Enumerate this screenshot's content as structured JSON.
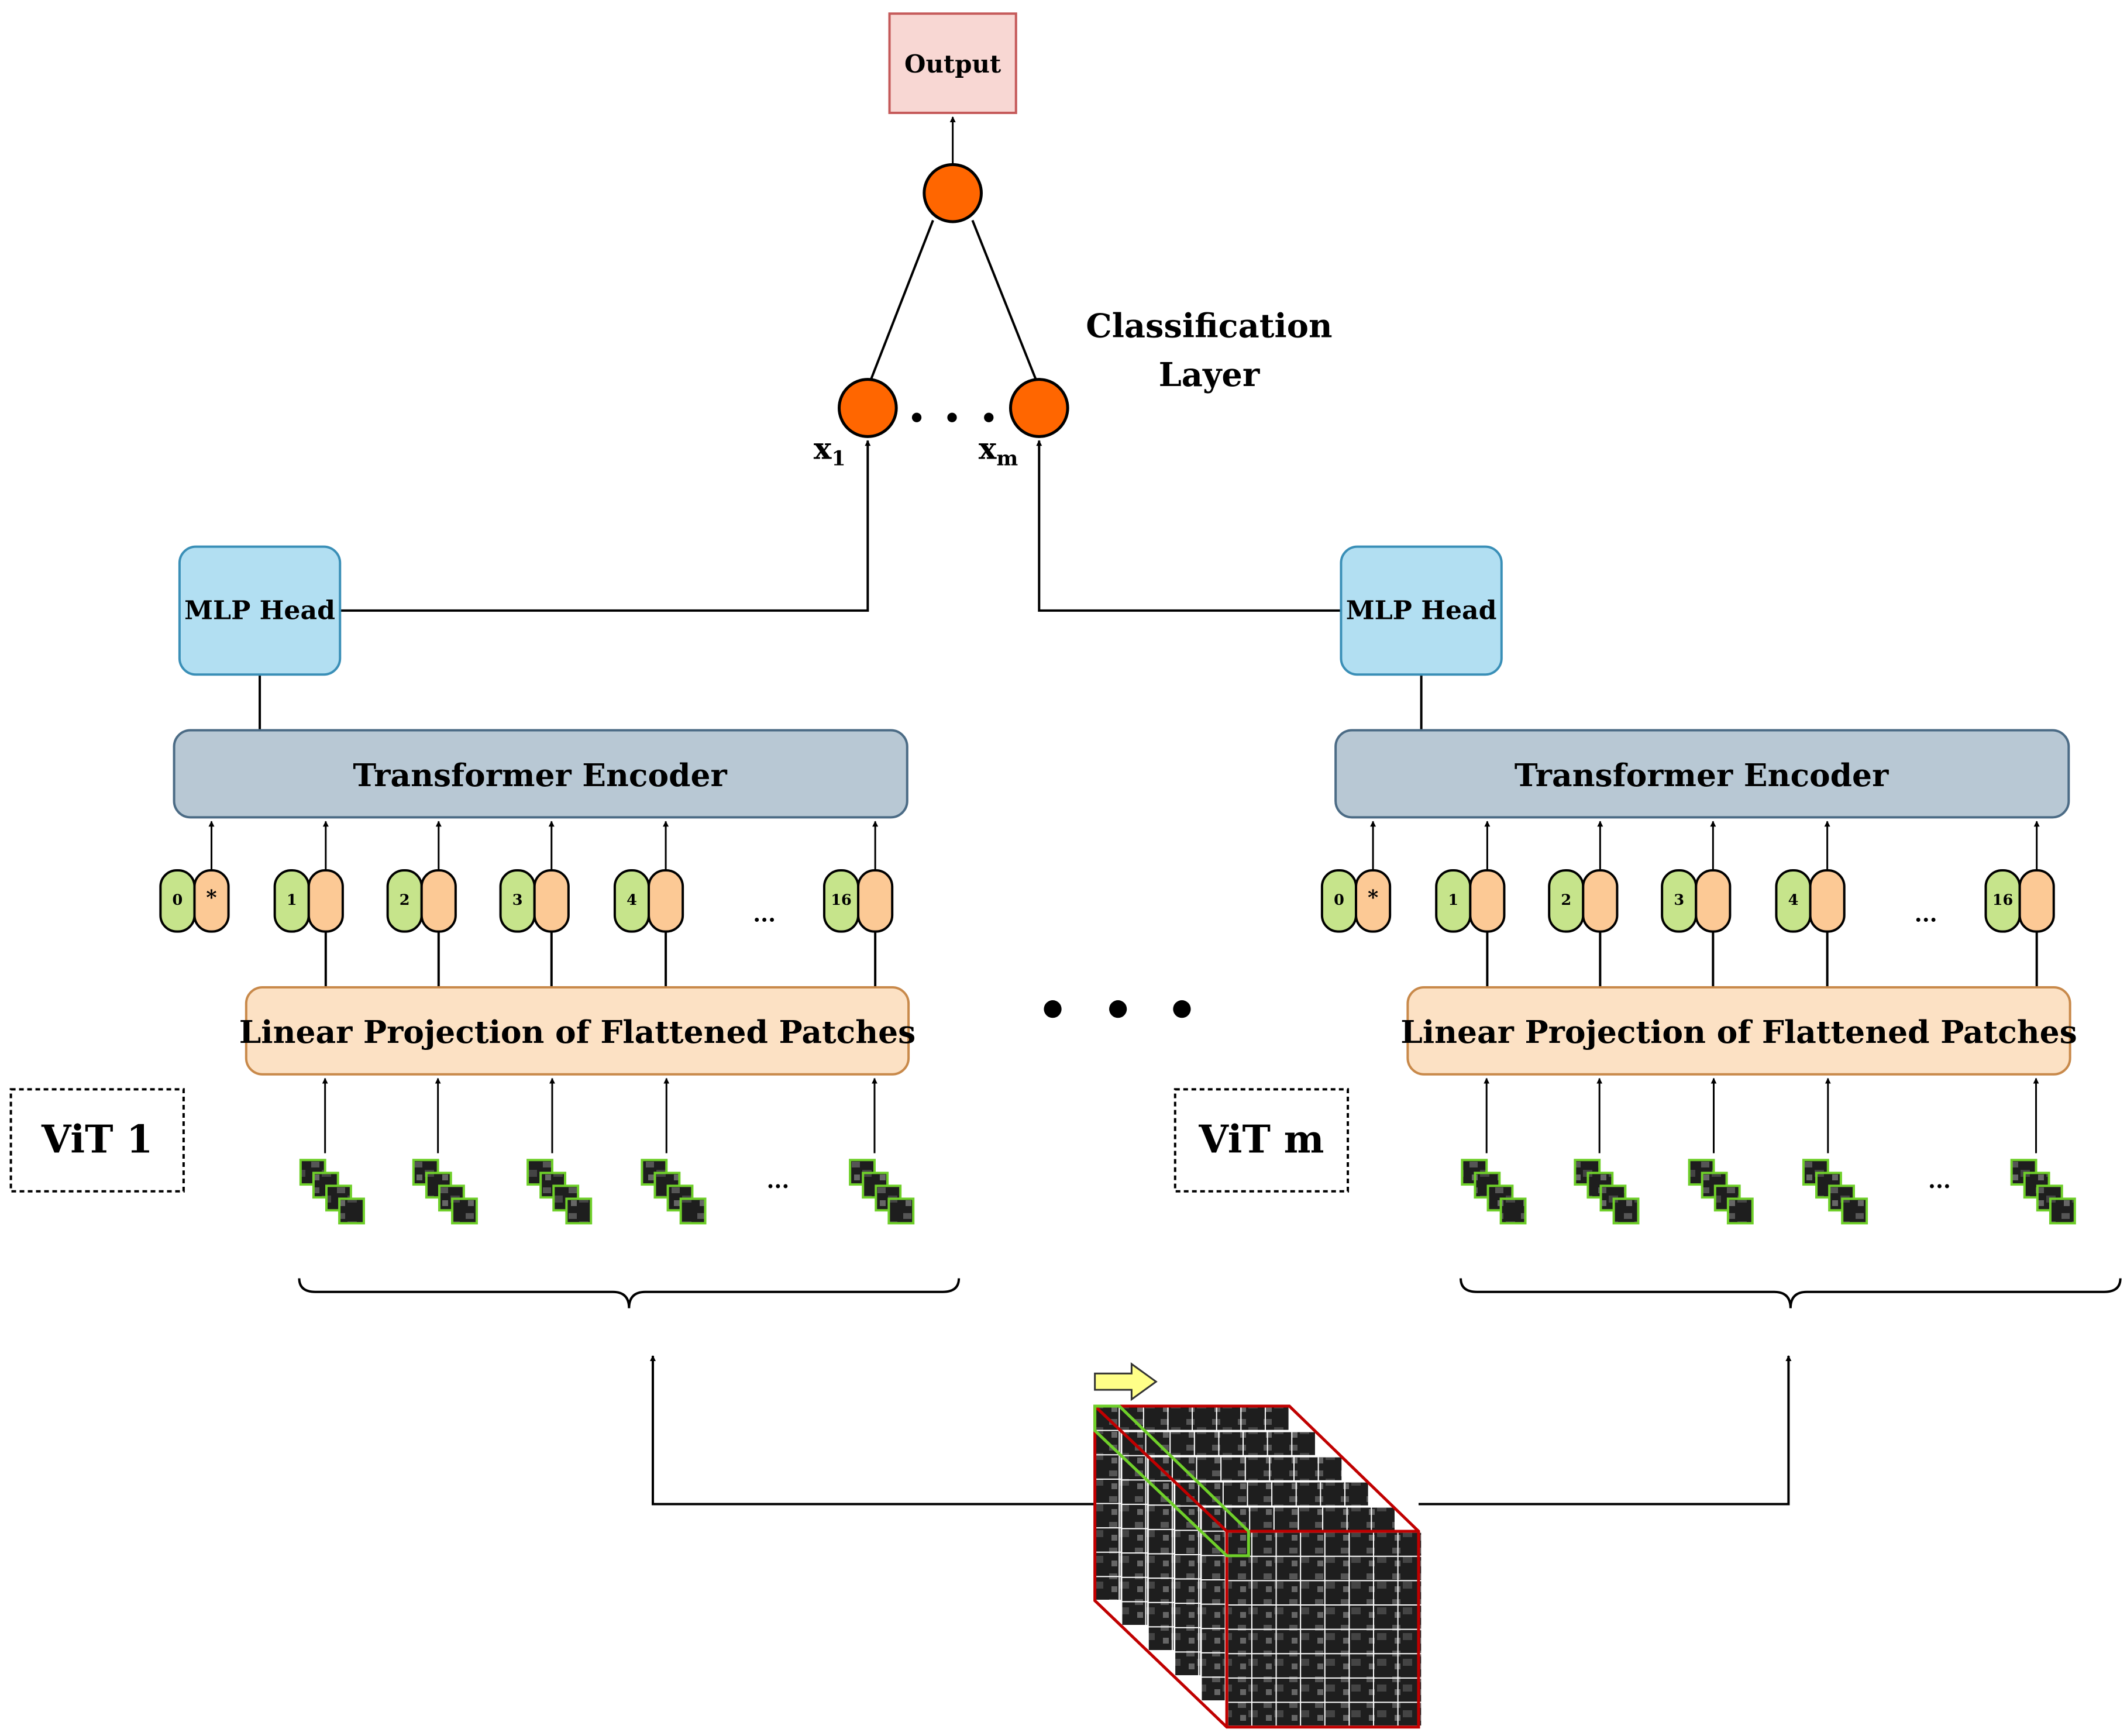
{
  "output_label": "Output",
  "classification_layer": [
    "Classification",
    "Layer"
  ],
  "x_first": {
    "base": "x",
    "sub": "1"
  },
  "x_last": {
    "base": "x",
    "sub": "m"
  },
  "mlp_head_label": "MLP Head",
  "transformer_encoder_label": "Transformer Encoder",
  "linear_projection_label": "Linear Projection of Flattened Patches",
  "vit_labels": [
    "ViT 1",
    "ViT m"
  ],
  "position_labels": [
    "0",
    "1",
    "2",
    "3",
    "4",
    "16"
  ],
  "class_token_symbol": "*",
  "token_ellipsis": "...",
  "patch_ellipsis": "..."
}
